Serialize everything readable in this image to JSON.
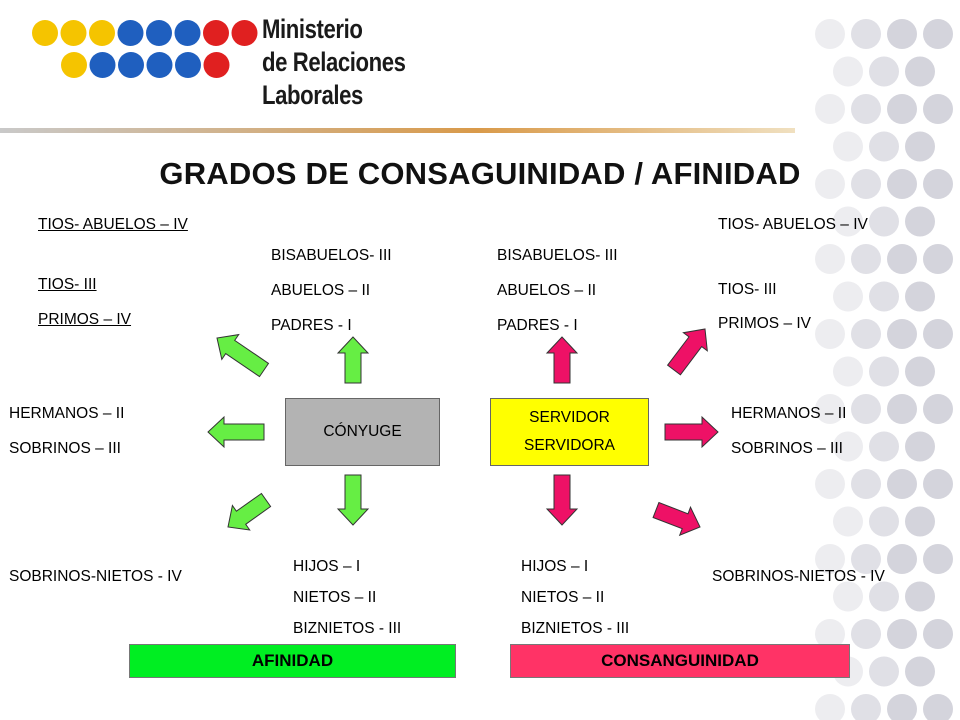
{
  "logo": {
    "line1": "Ministerio",
    "line2": "de Relaciones",
    "line3": "Laborales"
  },
  "title": "GRADOS DE CONSAGUINIDAD / AFINIDAD",
  "afinidad": {
    "box_label": "CÓNYUGE",
    "upper_left": [
      "TIOS- ABUELOS – IV",
      "TIOS- III",
      "PRIMOS – IV"
    ],
    "up": [
      "BISABUELOS- III",
      "ABUELOS – II",
      "PADRES - I"
    ],
    "side": [
      "HERMANOS – II",
      "SOBRINOS – III"
    ],
    "lower_left": "SOBRINOS-NIETOS  - IV",
    "down": [
      "HIJOS – I",
      "NIETOS – II",
      "BIZNIETOS - III"
    ]
  },
  "consanguinidad": {
    "box_label_1": "SERVIDOR",
    "box_label_2": "SERVIDORA",
    "up": [
      "BISABUELOS- III",
      "ABUELOS – II",
      "PADRES - I"
    ],
    "upper_right": [
      "TIOS- ABUELOS – IV",
      "TIOS- III",
      "PRIMOS – IV"
    ],
    "side": [
      "HERMANOS – II",
      "SOBRINOS – III"
    ],
    "lower_right": "SOBRINOS-NIETOS  - IV",
    "down": [
      "HIJOS – I",
      "NIETOS – II",
      "BIZNIETOS - III"
    ]
  },
  "legend": {
    "afinidad": "AFINIDAD",
    "consanguinidad": "CONSANGUINIDAD"
  },
  "colors": {
    "afinidad_arrow": "#66ee44",
    "consanguinidad_arrow": "#ee1166",
    "afinidad_legend": "#00ee22",
    "consanguinidad_legend": "#ff3366",
    "conyuge_box": "#b3b3b3",
    "servidor_box": "#ffff00",
    "logo_yellow": "#f5c400",
    "logo_blue": "#1f5fbf",
    "logo_red": "#e02020"
  }
}
